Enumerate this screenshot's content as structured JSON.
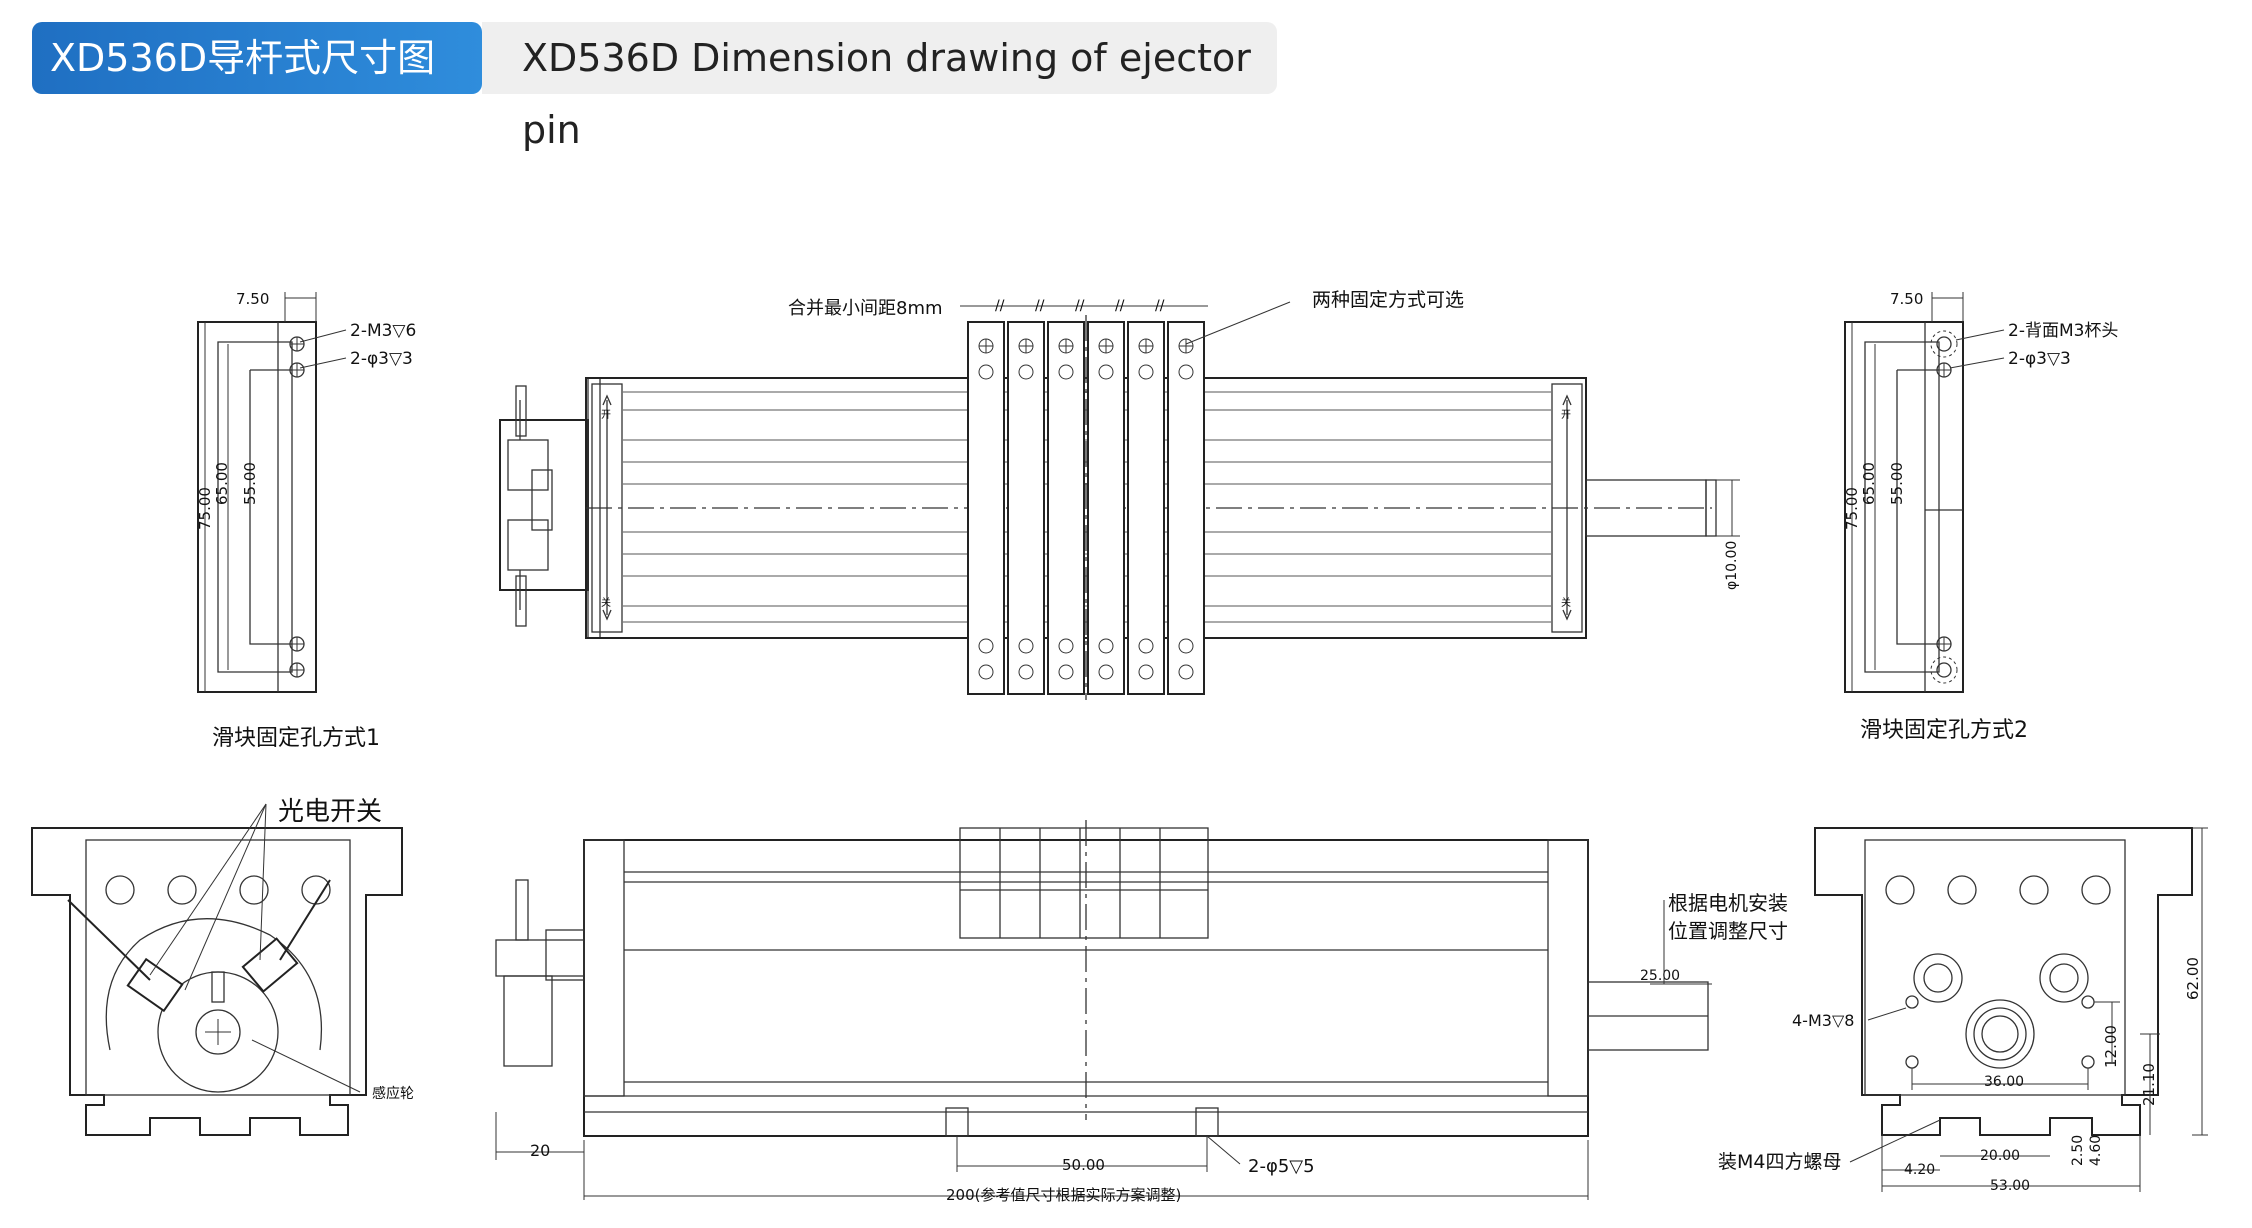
{
  "header": {
    "title_cn": "XD536D导杆式尺寸图",
    "title_en": "XD536D Dimension drawing of ejector pin"
  },
  "left_top": {
    "dim_750": "7.50",
    "dim_75": "75.00",
    "dim_65": "65.00",
    "dim_55": "55.00",
    "note_m3": "2-M3▽6",
    "note_phi3": "2-φ3▽3",
    "caption": "滑块固定孔方式1"
  },
  "center_top": {
    "min_spacing": "合并最小间距8mm",
    "fixing_note": "两种固定方式可选",
    "shaft_dia": "φ10.00",
    "label_open": "开",
    "label_close": "关"
  },
  "right_top": {
    "dim_750": "7.50",
    "dim_75": "75.00",
    "dim_65": "65.00",
    "dim_55": "55.00",
    "note_m3": "2-背面M3杯头",
    "note_phi3": "2-φ3▽3",
    "caption": "滑块固定孔方式2"
  },
  "left_bottom": {
    "photo_switch": "光电开关",
    "sensor_wheel": "感应轮"
  },
  "center_bottom": {
    "motor_note_1": "根据电机安装",
    "motor_note_2": "位置调整尺寸",
    "dim_25": "25.00",
    "dim_20": "20",
    "dim_50": "50.00",
    "holes": "2-φ5▽5",
    "dim_200": "200(参考值尺寸根据实际方案调整)"
  },
  "right_bottom": {
    "m3_holes": "4-M3▽8",
    "dim_62": "62.00",
    "dim_12": "12.00",
    "dim_36": "36.00",
    "dim_2110": "21.10",
    "nut_note": "装M4四方螺母",
    "dim_20": "20.00",
    "dim_420": "4.20",
    "dim_250": "2.50",
    "dim_460": "4.60",
    "dim_53": "53.00"
  }
}
